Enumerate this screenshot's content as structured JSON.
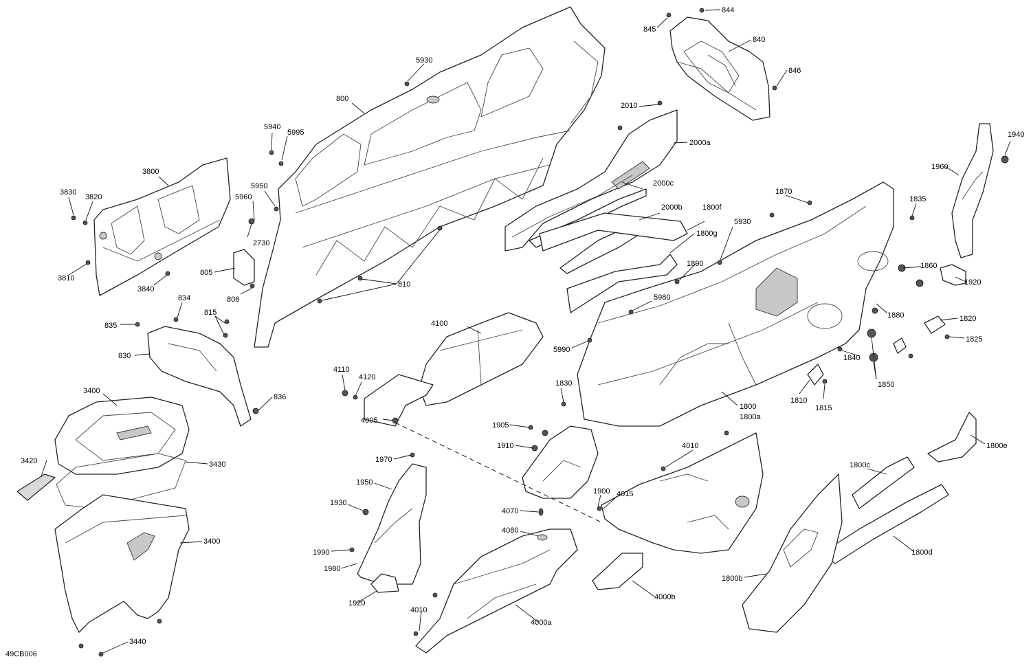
{
  "drawing_ref": "49CB006",
  "callouts": {
    "c844": "844",
    "c845": "845",
    "c840": "840",
    "c846": "846",
    "c5930a": "5930",
    "c800": "800",
    "c2010": "2010",
    "c2000a": "2000a",
    "c1940": "1940",
    "c5940": "5940",
    "c5995": "5995",
    "c3800": "3800",
    "c1960": "1960",
    "c2000c": "2000c",
    "c3830": "3830",
    "c3820": "3820",
    "c5950": "5950",
    "c1870": "1870",
    "c5960": "5960",
    "c2000b": "2000b",
    "c1800f": "1800f",
    "c1835": "1835",
    "c5930b": "5930",
    "c2730": "2730",
    "c1800g": "1800g",
    "c3810": "3810",
    "c805": "805",
    "c1860": "1860",
    "c1890": "1890",
    "c1920a": "1920",
    "c3840": "3840",
    "c806": "806",
    "c810": "810",
    "c834": "834",
    "c5980": "5980",
    "c1880": "1880",
    "c815": "815",
    "c835": "835",
    "c1820": "1820",
    "c4100": "4100",
    "c1825": "1825",
    "c830": "830",
    "c5990": "5990",
    "c1840": "1840",
    "c4110": "4110",
    "c4120": "4120",
    "c1850": "1850",
    "c1830": "1830",
    "c1810": "1810",
    "c3400a": "3400",
    "c836": "836",
    "c1800": "1800",
    "c1800a": "1800a",
    "c1815": "1815",
    "c4005": "4005",
    "c1905": "1905",
    "c1800e": "1800e",
    "c1910": "1910",
    "c4010a": "4010",
    "c3420": "3420",
    "c1970": "1970",
    "c1800c": "1800c",
    "c3430": "3430",
    "c1950": "1950",
    "c1900": "1900",
    "c4015": "4015",
    "c1930": "1930",
    "c4070": "4070",
    "c4080": "4080",
    "c3400b": "3400",
    "c1990": "1990",
    "c1800d": "1800d",
    "c1980": "1980",
    "c1800b": "1800b",
    "c4000b": "4000b",
    "c1920b": "1920",
    "c4010b": "4010",
    "c4000a": "4000a",
    "c3440": "3440"
  }
}
